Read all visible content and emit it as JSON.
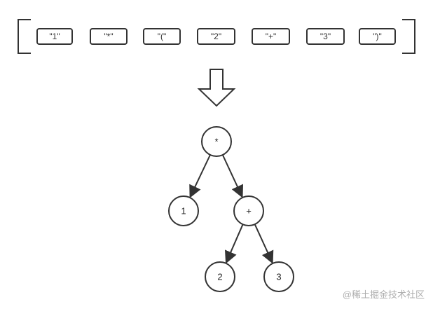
{
  "tokens": [
    "\"1\"",
    "\"*\"",
    "\"(\"",
    "\"2\"",
    "\"+\"",
    "\"3\"",
    "\")\""
  ],
  "tree": {
    "nodes": [
      {
        "id": "times",
        "label": "*"
      },
      {
        "id": "one",
        "label": "1"
      },
      {
        "id": "plus",
        "label": "+"
      },
      {
        "id": "two",
        "label": "2"
      },
      {
        "id": "three",
        "label": "3"
      }
    ],
    "edges": [
      {
        "from": "times",
        "to": "one"
      },
      {
        "from": "times",
        "to": "plus"
      },
      {
        "from": "plus",
        "to": "two"
      },
      {
        "from": "plus",
        "to": "three"
      }
    ]
  },
  "watermark": "@稀土掘金技术社区",
  "colors": {
    "stroke": "#333333",
    "text": "#222222",
    "watermark": "#aeaeae"
  }
}
